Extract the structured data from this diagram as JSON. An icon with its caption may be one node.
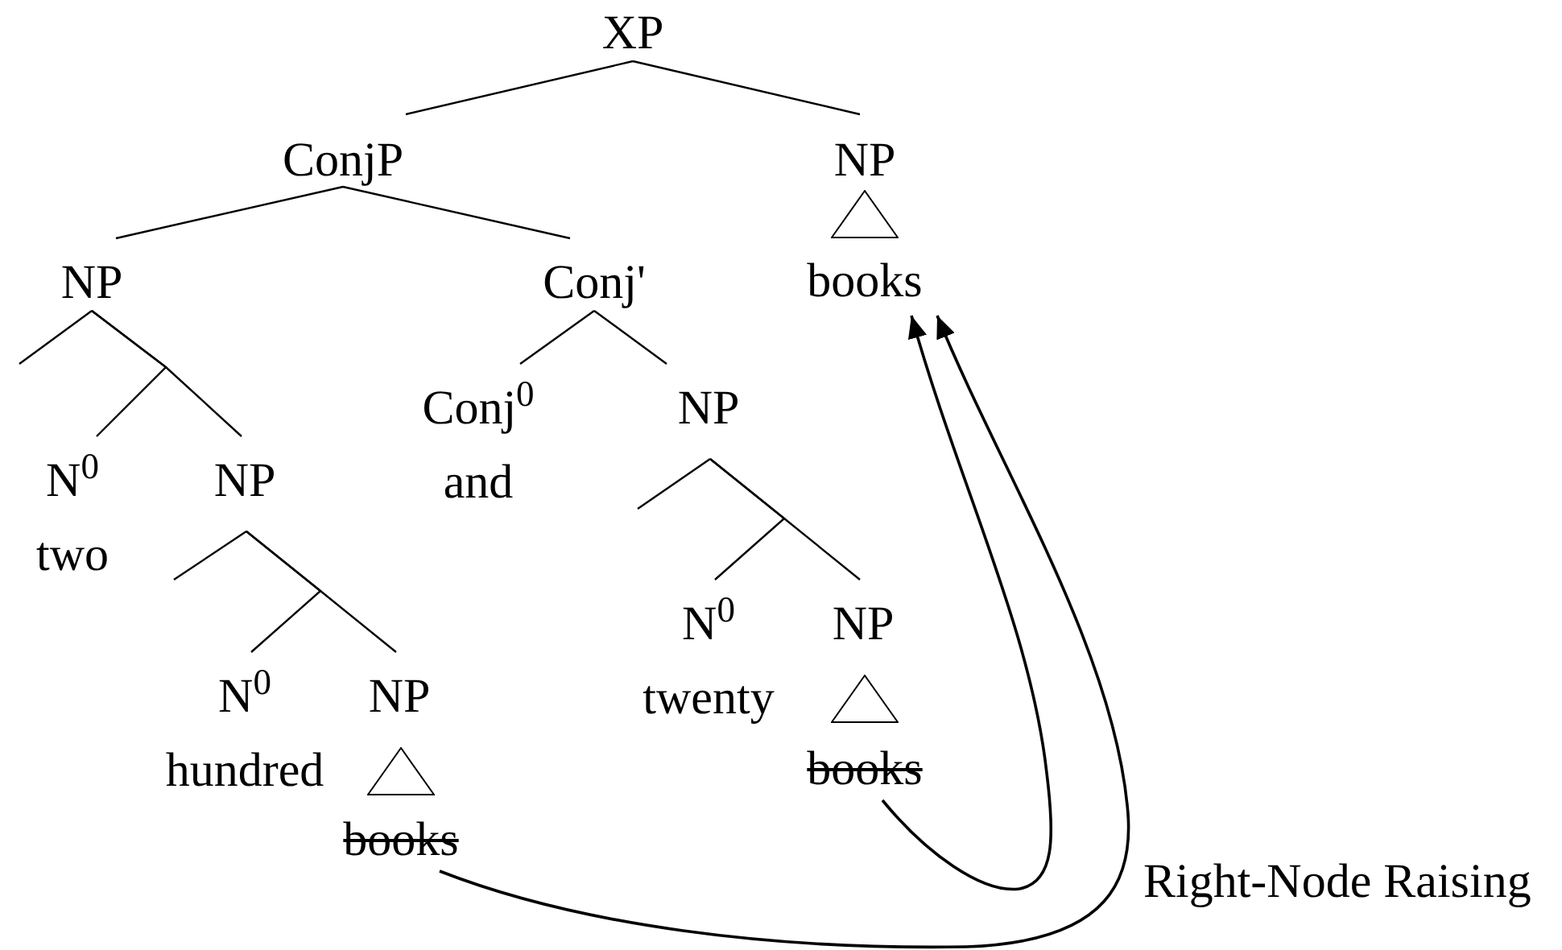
{
  "diagram": {
    "nodes": [
      {
        "text": [
          "XP"
        ]
      },
      {
        "text": [
          "ConjP"
        ]
      },
      {
        "text": [
          "NP"
        ]
      },
      {
        "text": [],
        "shape": "triangle"
      },
      {
        "text": [
          "books"
        ]
      },
      {
        "text": [
          "NP"
        ]
      },
      {
        "text": [
          "Conj'"
        ]
      },
      {
        "text": [
          "Conj$^{0}$",
          "and"
        ]
      },
      {
        "text": [
          "NP"
        ]
      },
      {
        "text": [
          "N$^{0}$",
          "two"
        ]
      },
      {
        "text": [
          "NP"
        ]
      },
      {
        "text": [
          "N$^{0}$",
          "twenty"
        ]
      },
      {
        "text": [
          "NP"
        ]
      },
      {
        "text": [
          "N$^{0}$",
          "hundred"
        ]
      },
      {
        "text": [
          "NP"
        ]
      },
      {
        "text": [],
        "shape": "triangle"
      },
      {
        "text": [
          "books"
        ]
      },
      {
        "text": [],
        "shape": "triangle"
      },
      {
        "text": [
          "books"
        ]
      }
    ],
    "edges": [
      {
        "from": 0,
        "to": 1,
        "arrow": "none"
      },
      {
        "from": 0,
        "to": 2,
        "arrow": "none"
      },
      {
        "from": 1,
        "to": 5,
        "arrow": "none"
      },
      {
        "from": 1,
        "to": 6,
        "arrow": "none"
      },
      {
        "from": 5,
        "to": null,
        "arrow": "none"
      },
      {
        "from": 5,
        "to": 9,
        "arrow": "none"
      },
      {
        "from": 5,
        "to": 10,
        "arrow": "none"
      },
      {
        "from": 6,
        "to": 7,
        "arrow": "none"
      },
      {
        "from": 6,
        "to": 8,
        "arrow": "none"
      },
      {
        "from": 8,
        "to": null,
        "arrow": "none"
      },
      {
        "from": 8,
        "to": 11,
        "arrow": "none"
      },
      {
        "from": 8,
        "to": 12,
        "arrow": "none"
      },
      {
        "from": 10,
        "to": null,
        "arrow": "none"
      },
      {
        "from": 10,
        "to": 13,
        "arrow": "none"
      },
      {
        "from": 10,
        "to": 14,
        "arrow": "none"
      },
      {
        "from": 18,
        "to": 4,
        "arrow": "to"
      },
      {
        "from": 16,
        "to": 4,
        "arrow": "to"
      }
    ],
    "labels": [
      "Right-Node Raising"
    ]
  }
}
